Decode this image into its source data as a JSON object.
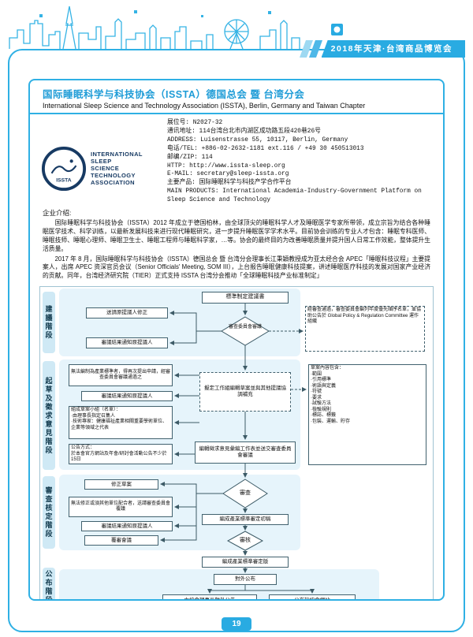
{
  "page": {
    "expo_banner": "2018年天津·台湾商品博览会",
    "page_number": "19"
  },
  "header": {
    "title_zh": "国际睡眠科学与科技协会（ISSTA）德国总会 暨 台湾分会",
    "title_en": "International Sleep Science and Technology Association (ISSTA), Berlin, Germany and Taiwan Chapter"
  },
  "logo": {
    "acronym": "ISSTA",
    "lines": [
      "INTERNATIONAL",
      "SLEEP",
      "SCIENCE",
      "TECHNOLOGY",
      "ASSOCIATION"
    ]
  },
  "contact": {
    "lines": [
      "展位号: N2027-32",
      "通讯地址: 114台湾台北市内湖区成功路五段420巷26号",
      "ADDRESS: Luisenstrasse 55, 10117, Berlin, Germany",
      "电话/TEL: +886-02-2632-1181 ext.116 / +49 30 450513013",
      "邮编/ZIP: 114",
      "HTTP: http://www.issta-sleep.org",
      "E-MAIL: secretary@sleep-issta.org",
      "主要产品: 国际睡眠科学与科技产学合作平台",
      "MAIN PRODUCTS: International Academia-Industry-Government Platform on Sleep Science and Technology"
    ]
  },
  "intro": {
    "heading": "企业介绍:",
    "p1": "国际睡眠科学与科技协会（ISSTA）2012 年成立于德国柏林，由全球顶尖的睡眠科学人才及睡眠医学专家所带领，成立宗旨为结合各种睡眠医学技术、科学训练，以最新发展科技来进行现代睡眠研究，进一步提升睡眠医学学术水平。目前协会训练的专业人才包含：睡眠专科医师、睡眠技师、睡眠心理师、睡眠卫生士、睡眠工程师与睡眠科学家，…等。协会的最终目的为改善睡眠质量并提升国人日常工作效能，整体提升生活质量。",
    "p2": "2017 年 8 月，国际睡眠科学与科技协会（ISSTA）德国总会 暨 台湾分会理事长江秉穎教授成为亚太经合会 APEC「睡眠科技议程」主要提案人，出席 APEC 资深官员会议（Senior Officials' Meeting, SOM III），上台报告睡眠健康科技提案，讲述睡眠医疗科技的发展对国家产业经济的贡献。同年，台湾经济研究院（TIER）正式支持 ISSTA 台湾分会推动「全球睡眠科技产业标准制定」"
  },
  "flowchart": {
    "stages": [
      "建議階段",
      "起草及徵求意見階段",
      "審查核定階段",
      "公布階段"
    ],
    "nodes": {
      "proposal": "標準制定建議書",
      "d1": "審查委員會審議",
      "revise": "送請原提議人修正",
      "notify1": "審議結果通知原提議人",
      "note1": "經審查通過，審查委員會編列年度優先順序名單，並協助公告於 Global Policy & Regulation Committee 運作組織",
      "reject2": "無法編制為產業標準者，得再次提出申請，經審查委員會審議通過之",
      "notify2": "審議結果通知原提議人",
      "team": "組成草案小組（名單）：\n·由理事長指定召集人\n·技術專家：健康福祉產業相關重要學術單位、企業等領域之代表",
      "announce": "公告方式：\n於本會官方網站及年會/研討會活動公告不少於15日",
      "draft": "擬定工作組編輯草案並與其他提議協調補充",
      "collect": "編輯徵求意見彙編工作表並送交審查委員會審議",
      "content": "草案內容包含：\n·範圍\n·引用標準\n·術語與定義\n·符號\n·要求\n·試驗方法\n·檢驗規則\n·標誌、標籤\n·包裝、運輸、貯存",
      "fix": "修正草案",
      "d2": "審查",
      "reject3": "無法修正或須其他單位配合者，送請審查委員會覆議",
      "notify3": "審議結果通知原提議人",
      "recheck": "覆審會議",
      "draft_final": "編成產業標準審定初稿",
      "d3": "審核",
      "final": "編成產業標準審定版",
      "publish": "對外公布",
      "chair": "由協會理事長對外公告",
      "web": "公布於協會網站"
    }
  },
  "colors": {
    "brand_cyan": "#29abe2",
    "deep_blue": "#1b75bb",
    "navy": "#173a63"
  }
}
